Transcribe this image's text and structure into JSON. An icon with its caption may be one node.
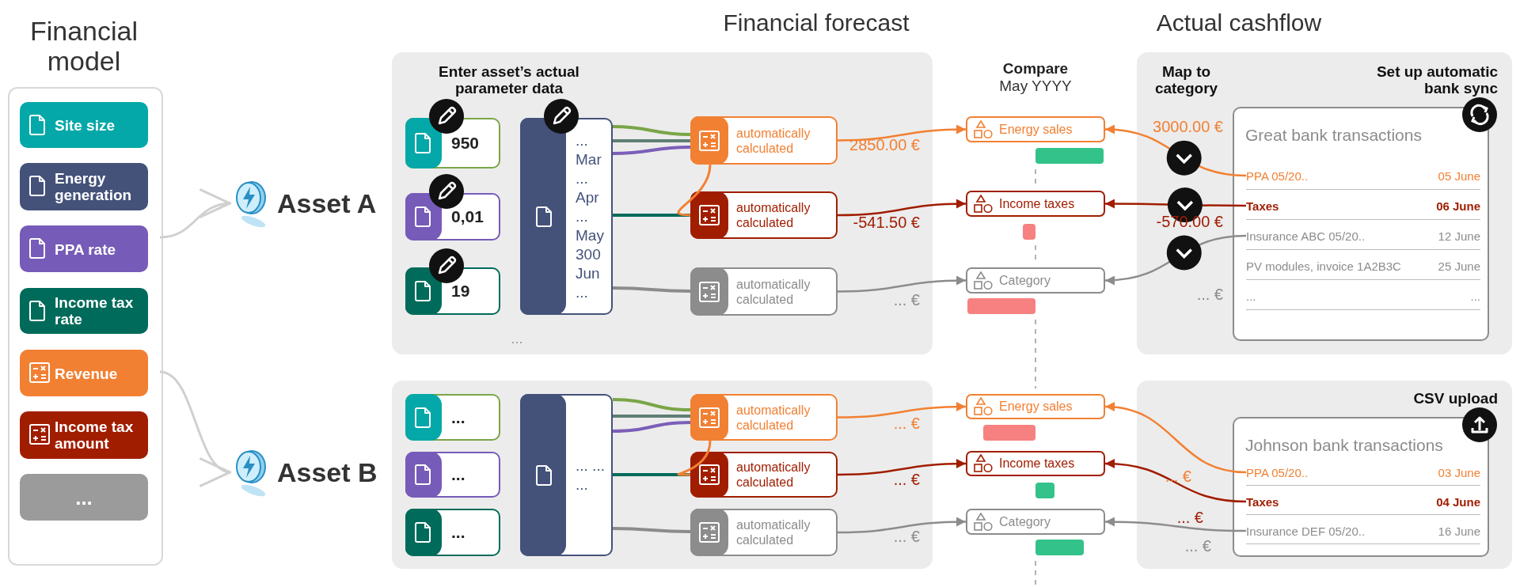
{
  "diagram": {
    "nodes": [
      {
        "text": [
          "Financial model"
        ]
      },
      {
        "text": [
          "Site size"
        ],
        "in": 0
      },
      {
        "text": [
          "Energy generation"
        ],
        "in": 0
      },
      {
        "text": [
          "PPA rate"
        ],
        "in": 0
      },
      {
        "text": [
          "Income tax rate"
        ],
        "in": 0
      },
      {
        "text": [
          "Revenue"
        ],
        "in": 0
      },
      {
        "text": [
          "Income tax amount"
        ],
        "in": 0
      },
      {
        "text": [
          "..."
        ],
        "in": 0
      },
      {
        "text": [
          "Asset A"
        ]
      },
      {
        "text": [
          "Asset B"
        ]
      },
      {
        "text": [
          "Enter asset’s actual parameter data"
        ]
      },
      {
        "text": [
          "950"
        ],
        "in": 10
      },
      {
        "text": [
          "0,01"
        ],
        "in": 10
      },
      {
        "text": [
          "19"
        ],
        "in": 10
      },
      {
        "text": [
          "... Mar ... Apr ... May 300 Jun ..."
        ],
        "in": 10
      },
      {
        "text": [
          "automatically calculated"
        ],
        "in": 10
      },
      {
        "text": [
          "automatically calculated"
        ],
        "in": 10
      },
      {
        "text": [
          "automatically calculated"
        ],
        "in": 10
      },
      {
        "text": [
          "Energy sales"
        ]
      },
      {
        "text": [
          "Income taxes"
        ]
      },
      {
        "text": [
          "Category"
        ]
      },
      {
        "text": [
          "Map to category",
          "Set up automatic bank sync"
        ]
      },
      {
        "text": [
          "Great bank transactions"
        ],
        "in": 21
      },
      {
        "text": [
          "PPA 05/20..",
          "05 June"
        ],
        "in": 22
      },
      {
        "text": [
          "Taxes",
          "06 June"
        ],
        "in": 22
      },
      {
        "text": [
          "Insurance ABC 05/20..",
          "12 June"
        ],
        "in": 22
      },
      {
        "text": [
          "PV modules, invoice 1A2B3C",
          "25 June"
        ],
        "in": 22
      },
      {
        "text": [
          "...",
          "..."
        ],
        "in": 22
      },
      {
        "text": [],
        "shape": "box"
      },
      {
        "text": [
          "..."
        ],
        "in": 28
      },
      {
        "text": [
          "..."
        ],
        "in": 28
      },
      {
        "text": [
          "..."
        ],
        "in": 28
      },
      {
        "text": [
          "... ... ..."
        ],
        "in": 28
      },
      {
        "text": [
          "automatically calculated"
        ],
        "in": 28
      },
      {
        "text": [
          "automatically calculated"
        ],
        "in": 28
      },
      {
        "text": [
          "automatically calculated"
        ],
        "in": 28
      },
      {
        "text": [
          "Energy sales"
        ]
      },
      {
        "text": [
          "Income taxes"
        ]
      },
      {
        "text": [
          "Category"
        ]
      },
      {
        "text": [
          "CSV upload"
        ]
      },
      {
        "text": [
          "Johnson bank transactions"
        ],
        "in": 39
      },
      {
        "text": [
          "PPA 05/20..",
          "03 June"
        ],
        "in": 40
      },
      {
        "text": [
          "Taxes",
          "04 June"
        ],
        "in": 40
      },
      {
        "text": [
          "Insurance DEF 05/20..",
          "16 June"
        ],
        "in": 40
      },
      {
        "text": [],
        "shape": "bar"
      },
      {
        "text": [],
        "shape": "bar"
      },
      {
        "text": [],
        "shape": "bar"
      },
      {
        "text": [],
        "shape": "bar"
      },
      {
        "text": [],
        "shape": "bar"
      },
      {
        "text": [],
        "shape": "bar"
      }
    ],
    "edges": [
      {
        "from": 0,
        "to": 8,
        "arrow": "to",
        "color": "#d0d0d0"
      },
      {
        "from": 0,
        "to": 9,
        "arrow": "to",
        "color": "#d0d0d0"
      },
      {
        "from": 14,
        "to": 15,
        "arrow": "none",
        "color": "#7aa547"
      },
      {
        "from": 14,
        "to": 15,
        "arrow": "none",
        "color": "#5f7f74"
      },
      {
        "from": 14,
        "to": 15,
        "arrow": "none",
        "color": "#7b5fb8"
      },
      {
        "from": 14,
        "to": 16,
        "arrow": "none",
        "color": "#006b5a"
      },
      {
        "from": 15,
        "to": 16,
        "arrow": "none",
        "color": "#f28033"
      },
      {
        "from": 14,
        "to": 17,
        "arrow": "none",
        "color": "#8c8c8c"
      },
      {
        "from": 15,
        "to": 18,
        "label": "2850.00 €",
        "arrow": "to",
        "color": "#f28033"
      },
      {
        "from": 16,
        "to": 19,
        "label": "-541.50 €",
        "arrow": "to",
        "color": "#a11d00"
      },
      {
        "from": 17,
        "to": 20,
        "label": "... €",
        "arrow": "to",
        "color": "#8c8c8c"
      },
      {
        "from": 23,
        "to": 18,
        "label": "3000.00 €",
        "arrow": "to",
        "color": "#f28033"
      },
      {
        "from": 24,
        "to": 19,
        "label": "-570.00 €",
        "arrow": "to",
        "color": "#a11d00"
      },
      {
        "from": 25,
        "to": 20,
        "label": "... €",
        "arrow": "to",
        "color": "#8c8c8c"
      },
      {
        "from": 32,
        "to": 33,
        "arrow": "none",
        "color": "#7aa547"
      },
      {
        "from": 32,
        "to": 33,
        "arrow": "none",
        "color": "#5f7f74"
      },
      {
        "from": 32,
        "to": 33,
        "arrow": "none",
        "color": "#7b5fb8"
      },
      {
        "from": 32,
        "to": 34,
        "arrow": "none",
        "color": "#006b5a"
      },
      {
        "from": 33,
        "to": 34,
        "arrow": "none",
        "color": "#f28033"
      },
      {
        "from": 32,
        "to": 35,
        "arrow": "none",
        "color": "#8c8c8c"
      },
      {
        "from": 33,
        "to": 36,
        "label": "... €",
        "arrow": "to",
        "color": "#f28033"
      },
      {
        "from": 34,
        "to": 37,
        "label": "... €",
        "arrow": "to",
        "color": "#a11d00"
      },
      {
        "from": 35,
        "to": 38,
        "label": "... €",
        "arrow": "to",
        "color": "#8c8c8c"
      },
      {
        "from": 41,
        "to": 36,
        "label": "... €",
        "arrow": "to",
        "color": "#f28033"
      },
      {
        "from": 42,
        "to": 37,
        "label": "... €",
        "arrow": "to",
        "color": "#a11d00"
      },
      {
        "from": 43,
        "to": 38,
        "label": "... €",
        "arrow": "to",
        "color": "#8c8c8c"
      }
    ],
    "labels": [
      "Financial forecast",
      "Actual cashflow",
      "Compare",
      "May YYYY",
      "..."
    ]
  }
}
